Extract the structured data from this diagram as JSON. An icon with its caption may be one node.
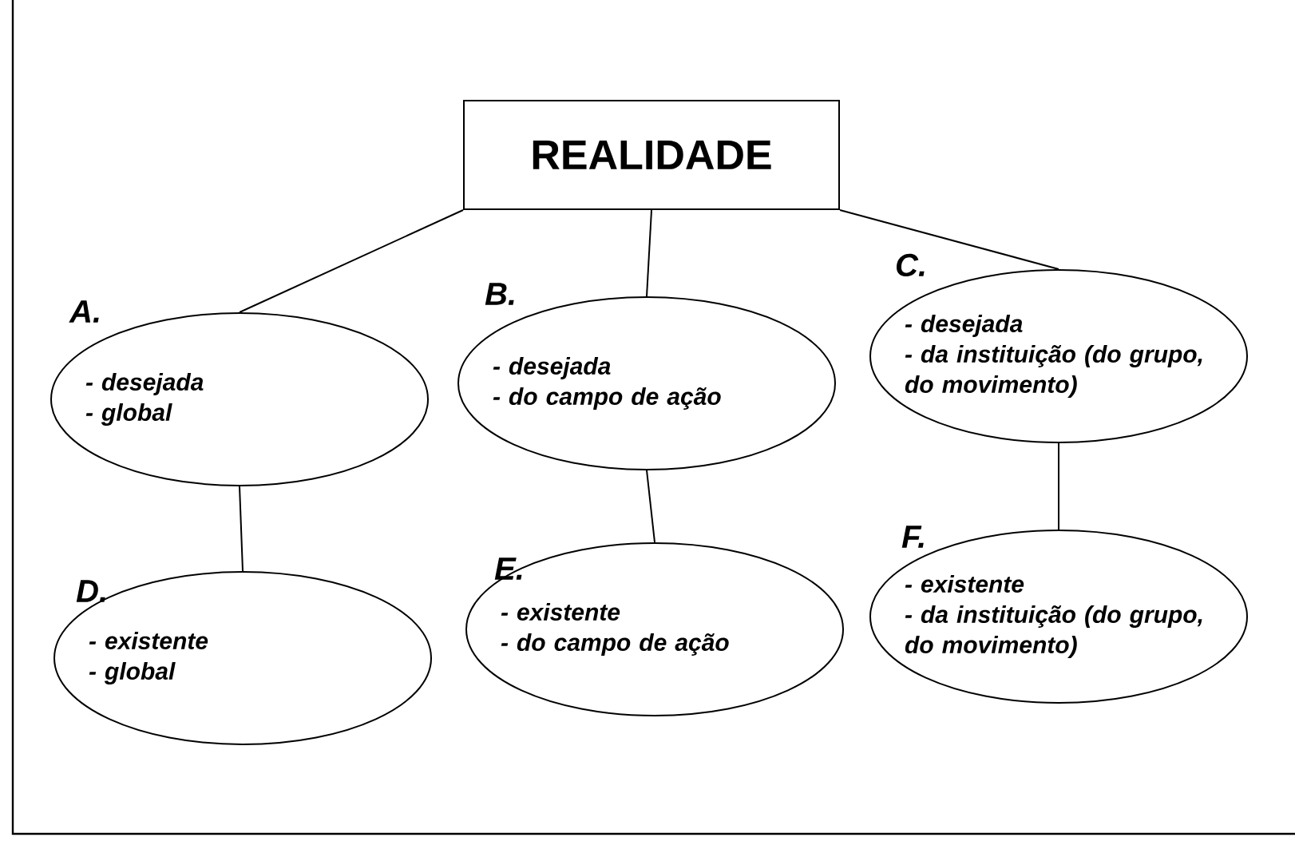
{
  "diagram": {
    "nodes": [
      {
        "text": [
          "REALIDADE"
        ]
      },
      {
        "text": [
          "A.",
          "- desejada",
          "- global"
        ]
      },
      {
        "text": [
          "B.",
          "- desejada",
          "- do campo de ação"
        ]
      },
      {
        "text": [
          "C.",
          "- desejada",
          "- da instituição (do grupo, do movimento)"
        ]
      },
      {
        "text": [
          "D.",
          "- existente",
          "- global"
        ]
      },
      {
        "text": [
          "E.",
          "- existente",
          "- do campo de ação"
        ]
      },
      {
        "text": [
          "F.",
          "- existente",
          "- da instituição (do grupo, do movimento)"
        ]
      }
    ],
    "edges": [
      {
        "from": 0,
        "to": 1,
        "arrow": "none"
      },
      {
        "from": 0,
        "to": 2,
        "arrow": "none"
      },
      {
        "from": 0,
        "to": 3,
        "arrow": "none"
      },
      {
        "from": 1,
        "to": 4,
        "arrow": "none"
      },
      {
        "from": 2,
        "to": 5,
        "arrow": "none"
      },
      {
        "from": 3,
        "to": 6,
        "arrow": "none"
      }
    ]
  }
}
